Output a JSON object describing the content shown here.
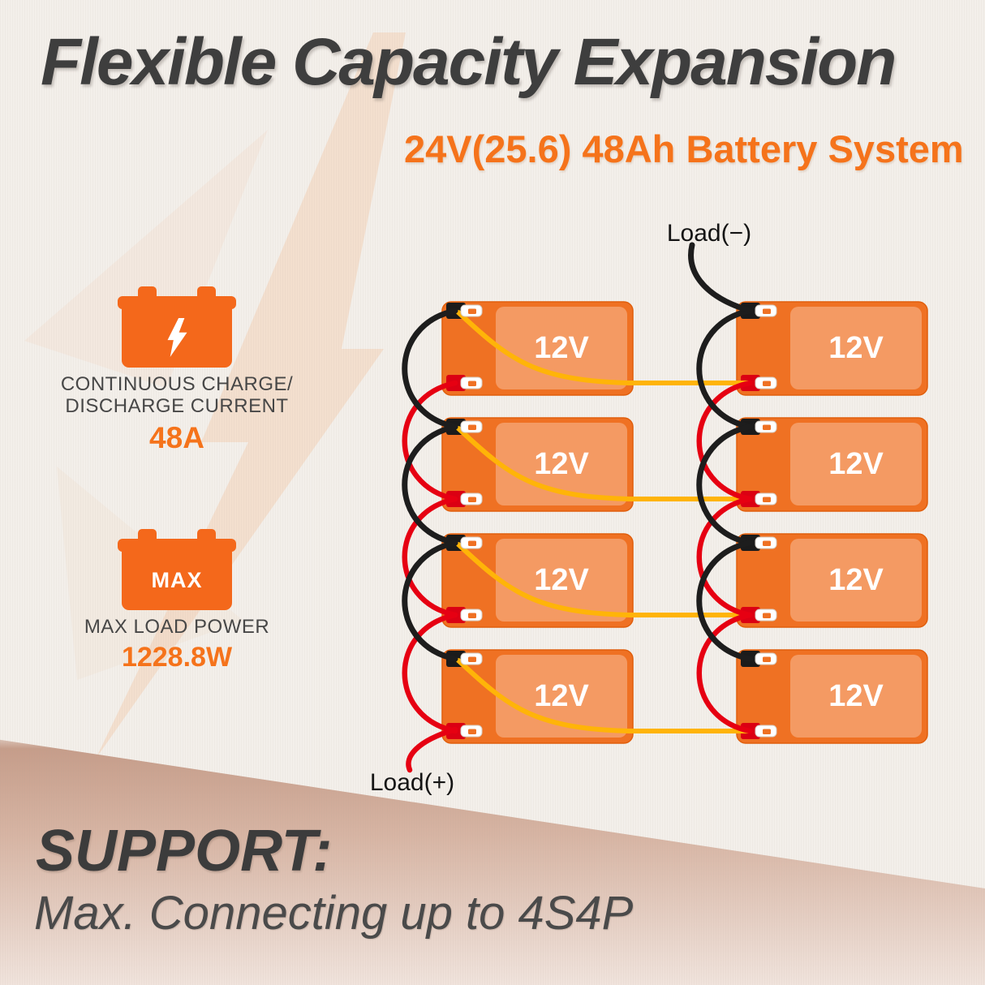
{
  "header": {
    "title": "Flexible Capacity Expansion",
    "subtitle": "24V(25.6) 48Ah Battery System"
  },
  "specs": {
    "charge": {
      "icon": "battery-bolt-icon",
      "label_line1": "CONTINUOUS CHARGE/",
      "label_line2": "DISCHARGE CURRENT",
      "value": "48A"
    },
    "power": {
      "icon": "battery-max-icon",
      "badge": "MAX",
      "label": "MAX LOAD POWER",
      "value": "1228.8W"
    }
  },
  "diagram": {
    "battery_voltage_label": "12V",
    "battery_count": 8,
    "rows": 4,
    "columns": 2,
    "load_negative_label": "Load(−)",
    "load_positive_label": "Load(+)"
  },
  "footer": {
    "support_label": "SUPPORT:",
    "support_text": "Max. Connecting up to 4S4P"
  },
  "colors": {
    "accent_orange": "#f5731b",
    "battery_body": "#ef7123",
    "battery_panel": "#f49a63",
    "wire_negative": "#1d1d1d",
    "wire_positive": "#e60012",
    "wire_link": "#ffb408",
    "title_gray": "#3e3e3e"
  }
}
